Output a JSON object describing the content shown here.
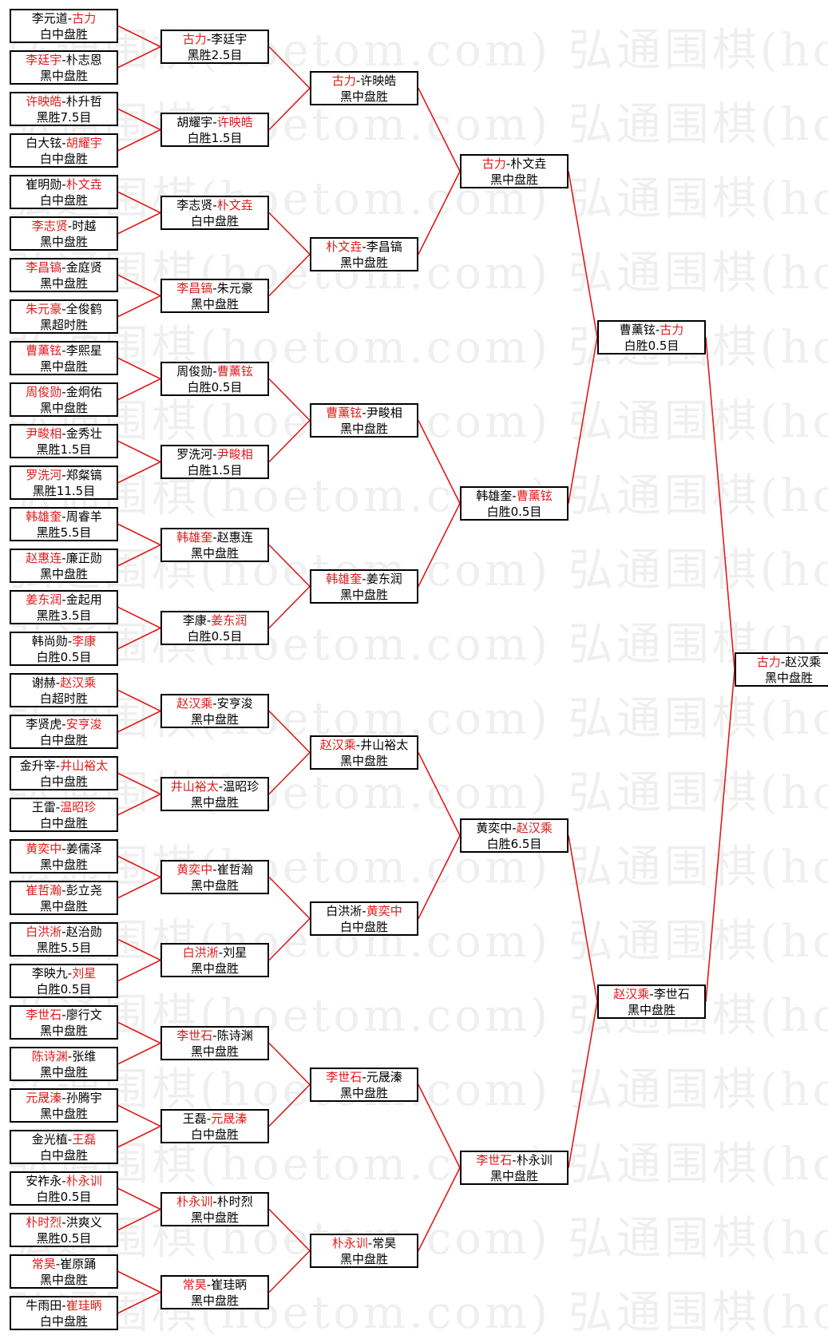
{
  "watermark": "弘通围棋(hoetom.com)",
  "colors": {
    "winner": "#e01b1b",
    "line": "#e01b1b",
    "border": "#000000"
  },
  "rounds": [
    [
      {
        "p1": "李元道",
        "p2": "古力",
        "w": 2,
        "r": "白中盘胜"
      },
      {
        "p1": "李廷宇",
        "p2": "朴志恩",
        "w": 1,
        "r": "黑中盘胜"
      },
      {
        "p1": "许映皓",
        "p2": "朴升哲",
        "w": 1,
        "r": "黑胜7.5目"
      },
      {
        "p1": "白大铉",
        "p2": "胡耀宇",
        "w": 2,
        "r": "白中盘胜"
      },
      {
        "p1": "崔明勋",
        "p2": "朴文垚",
        "w": 2,
        "r": "白中盘胜"
      },
      {
        "p1": "李志贤",
        "p2": "时越",
        "w": 1,
        "r": "黑中盘胜"
      },
      {
        "p1": "李昌镐",
        "p2": "金庭贤",
        "w": 1,
        "r": "黑中盘胜"
      },
      {
        "p1": "朱元豪",
        "p2": "全俊鹤",
        "w": 1,
        "r": "黑超时胜"
      },
      {
        "p1": "曹薰铉",
        "p2": "李熙星",
        "w": 1,
        "r": "黑中盘胜"
      },
      {
        "p1": "周俊勋",
        "p2": "金炯佑",
        "w": 1,
        "r": "黑中盘胜"
      },
      {
        "p1": "尹畯相",
        "p2": "金秀壮",
        "w": 1,
        "r": "黑胜1.5目"
      },
      {
        "p1": "罗洗河",
        "p2": "郑粲镐",
        "w": 1,
        "r": "黑胜11.5目"
      },
      {
        "p1": "韩雄奎",
        "p2": "周睿羊",
        "w": 1,
        "r": "黑胜5.5目"
      },
      {
        "p1": "赵惠连",
        "p2": "廉正勋",
        "w": 1,
        "r": "黑中盘胜"
      },
      {
        "p1": "姜东润",
        "p2": "金起用",
        "w": 1,
        "r": "黑胜3.5目"
      },
      {
        "p1": "韩尚勋",
        "p2": "李康",
        "w": 2,
        "r": "白胜0.5目"
      },
      {
        "p1": "谢赫",
        "p2": "赵汉乘",
        "w": 2,
        "r": "白超时胜"
      },
      {
        "p1": "李贤虎",
        "p2": "安亨浚",
        "w": 2,
        "r": "白中盘胜"
      },
      {
        "p1": "金升宰",
        "p2": "井山裕太",
        "w": 2,
        "r": "白中盘胜"
      },
      {
        "p1": "王雷",
        "p2": "温昭珍",
        "w": 2,
        "r": "白中盘胜"
      },
      {
        "p1": "黄奕中",
        "p2": "姜儒泽",
        "w": 1,
        "r": "黑中盘胜"
      },
      {
        "p1": "崔哲瀚",
        "p2": "彭立尧",
        "w": 1,
        "r": "黑中盘胜"
      },
      {
        "p1": "白洪淅",
        "p2": "赵治勋",
        "w": 1,
        "r": "黑胜5.5目"
      },
      {
        "p1": "李映九",
        "p2": "刘星",
        "w": 2,
        "r": "白胜0.5目"
      },
      {
        "p1": "李世石",
        "p2": "廖行文",
        "w": 1,
        "r": "黑中盘胜"
      },
      {
        "p1": "陈诗渊",
        "p2": "张维",
        "w": 1,
        "r": "黑中盘胜"
      },
      {
        "p1": "元晟溱",
        "p2": "孙腾宇",
        "w": 1,
        "r": "黑中盘胜"
      },
      {
        "p1": "金光植",
        "p2": "王磊",
        "w": 2,
        "r": "白中盘胜"
      },
      {
        "p1": "安祚永",
        "p2": "朴永训",
        "w": 2,
        "r": "白胜0.5目"
      },
      {
        "p1": "朴时烈",
        "p2": "洪爽义",
        "w": 1,
        "r": "黑胜0.5目"
      },
      {
        "p1": "常昊",
        "p2": "崔原踊",
        "w": 1,
        "r": "黑中盘胜"
      },
      {
        "p1": "牛雨田",
        "p2": "崔珪昞",
        "w": 2,
        "r": "白中盘胜"
      }
    ],
    [
      {
        "p1": "古力",
        "p2": "李廷宇",
        "w": 1,
        "r": "黑胜2.5目"
      },
      {
        "p1": "胡耀宇",
        "p2": "许映皓",
        "w": 2,
        "r": "白胜1.5目"
      },
      {
        "p1": "李志贤",
        "p2": "朴文垚",
        "w": 2,
        "r": "白中盘胜"
      },
      {
        "p1": "李昌镐",
        "p2": "朱元豪",
        "w": 1,
        "r": "黑中盘胜"
      },
      {
        "p1": "周俊勋",
        "p2": "曹薰铉",
        "w": 2,
        "r": "白胜0.5目"
      },
      {
        "p1": "罗洗河",
        "p2": "尹畯相",
        "w": 2,
        "r": "白胜1.5目"
      },
      {
        "p1": "韩雄奎",
        "p2": "赵惠连",
        "w": 1,
        "r": "黑中盘胜"
      },
      {
        "p1": "李康",
        "p2": "姜东润",
        "w": 2,
        "r": "白胜0.5目"
      },
      {
        "p1": "赵汉乘",
        "p2": "安亨浚",
        "w": 1,
        "r": "黑中盘胜"
      },
      {
        "p1": "井山裕太",
        "p2": "温昭珍",
        "w": 1,
        "r": "黑中盘胜"
      },
      {
        "p1": "黄奕中",
        "p2": "崔哲瀚",
        "w": 1,
        "r": "黑中盘胜"
      },
      {
        "p1": "白洪淅",
        "p2": "刘星",
        "w": 1,
        "r": "黑中盘胜"
      },
      {
        "p1": "李世石",
        "p2": "陈诗渊",
        "w": 1,
        "r": "黑中盘胜"
      },
      {
        "p1": "王磊",
        "p2": "元晟溱",
        "w": 2,
        "r": "白中盘胜"
      },
      {
        "p1": "朴永训",
        "p2": "朴时烈",
        "w": 1,
        "r": "黑中盘胜"
      },
      {
        "p1": "常昊",
        "p2": "崔珪昞",
        "w": 1,
        "r": "黑中盘胜"
      }
    ],
    [
      {
        "p1": "古力",
        "p2": "许映皓",
        "w": 1,
        "r": "黑中盘胜"
      },
      {
        "p1": "朴文垚",
        "p2": "李昌镐",
        "w": 1,
        "r": "黑中盘胜"
      },
      {
        "p1": "曹薰铉",
        "p2": "尹畯相",
        "w": 1,
        "r": "黑中盘胜"
      },
      {
        "p1": "韩雄奎",
        "p2": "姜东润",
        "w": 1,
        "r": "黑中盘胜"
      },
      {
        "p1": "赵汉乘",
        "p2": "井山裕太",
        "w": 1,
        "r": "黑中盘胜"
      },
      {
        "p1": "白洪淅",
        "p2": "黄奕中",
        "w": 2,
        "r": "白中盘胜"
      },
      {
        "p1": "李世石",
        "p2": "元晟溱",
        "w": 1,
        "r": "黑中盘胜"
      },
      {
        "p1": "朴永训",
        "p2": "常昊",
        "w": 1,
        "r": "黑中盘胜"
      }
    ],
    [
      {
        "p1": "古力",
        "p2": "朴文垚",
        "w": 1,
        "r": "黑中盘胜"
      },
      {
        "p1": "韩雄奎",
        "p2": "曹薰铉",
        "w": 2,
        "r": "白胜0.5目"
      },
      {
        "p1": "黄奕中",
        "p2": "赵汉乘",
        "w": 2,
        "r": "白胜6.5目"
      },
      {
        "p1": "李世石",
        "p2": "朴永训",
        "w": 1,
        "r": "黑中盘胜"
      }
    ],
    [
      {
        "p1": "曹薰铉",
        "p2": "古力",
        "w": 2,
        "r": "白胜0.5目"
      },
      {
        "p1": "赵汉乘",
        "p2": "李世石",
        "w": 1,
        "r": "黑中盘胜"
      }
    ],
    [
      {
        "p1": "古力",
        "p2": "赵汉乘",
        "w": 1,
        "r": "黑中盘胜"
      }
    ]
  ]
}
